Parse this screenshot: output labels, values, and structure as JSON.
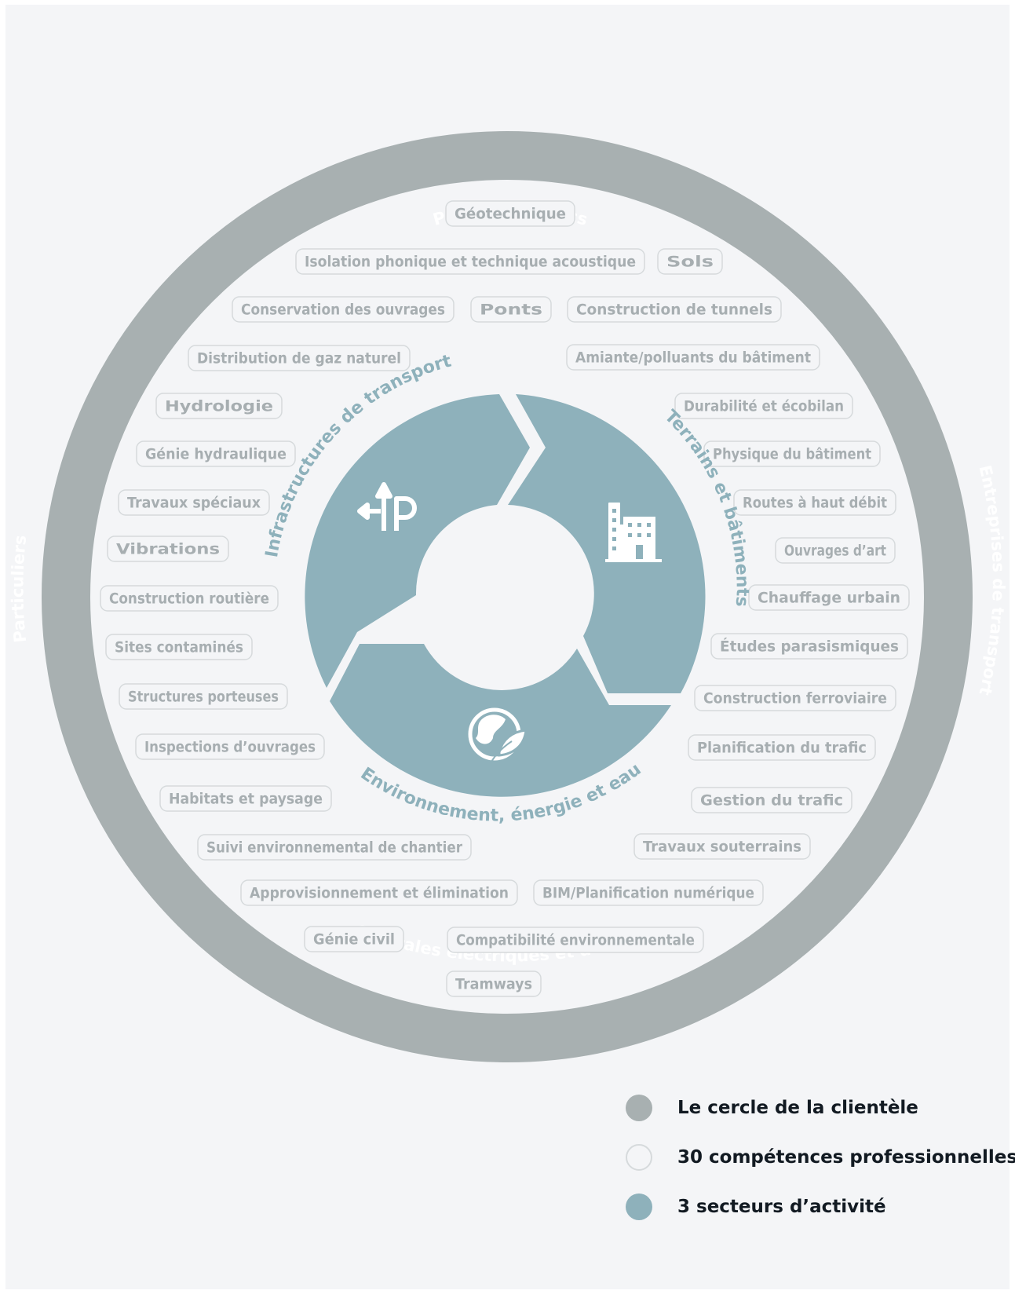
{
  "colors": {
    "client_ring": "#a8b0b1",
    "competence_fill": "#f4f5f7",
    "competence_border": "#d6dadc",
    "competence_text": "#a7aeb1",
    "sector_fill": "#8eb1bb",
    "sector_label": "#8eb1bb",
    "legend_text": "#121a22"
  },
  "client_ring": {
    "top": "Pouvoirs publics",
    "right": "Entreprises de transport",
    "bottom": "Centrales électriques et d’énergie",
    "left": "Particuliers"
  },
  "sectors": [
    {
      "label": "Infrastructures de transport",
      "icon": "road-signs-icon"
    },
    {
      "label": "Terrains et bâtiments",
      "icon": "building-icon"
    },
    {
      "label": "Environnement, énergie et eau",
      "icon": "globe-leaf-icon"
    }
  ],
  "competences": [
    "Géotechnique",
    "Isolation phonique et technique acoustique",
    "Sols",
    "Conservation des ouvrages",
    "Ponts",
    "Construction de tunnels",
    "Distribution de gaz naturel",
    "Amiante/polluants du bâtiment",
    "Hydrologie",
    "Durabilité et écobilan",
    "Génie hydraulique",
    "Physique du bâtiment",
    "Travaux spéciaux",
    "Routes à haut débit",
    "Vibrations",
    "Ouvrages d’art",
    "Construction routière",
    "Chauffage urbain",
    "Sites contaminés",
    "Études parasismiques",
    "Structures porteuses",
    "Construction ferroviaire",
    "Inspections d’ouvrages",
    "Planification du trafic",
    "Habitats et paysage",
    "Gestion du trafic",
    "Suivi environnemental de chantier",
    "Travaux souterrains",
    "Approvisionnement et élimination",
    "BIM/Planification numérique",
    "Génie civil",
    "Compatibilité environnementale",
    "Tramways"
  ],
  "legend": [
    {
      "label": "Le cercle de la clientèle",
      "swatch": "client_ring"
    },
    {
      "label": "30 compétences professionnelles",
      "swatch": "competence"
    },
    {
      "label": "3 secteurs d’activité",
      "swatch": "sector"
    }
  ]
}
